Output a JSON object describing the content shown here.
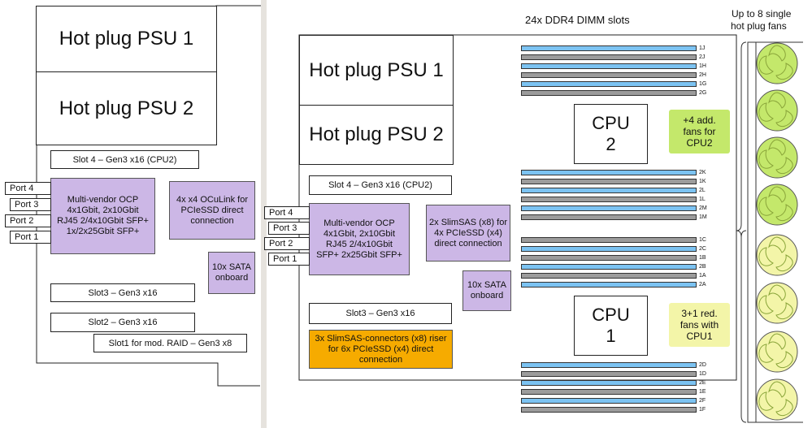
{
  "left_diagram": {
    "psu1": "Hot plug PSU 1",
    "psu2": "Hot plug PSU 2",
    "slot4": "Slot 4 – Gen3 x16 (CPU2)",
    "ocp": "Multi-vendor OCP 4x1Gbit, 2x10Gbit RJ45 2/4x10Gbit SFP+ 1x/2x25Gbit SFP+",
    "oculink": "4x x4 OCuLink for PCIeSSD direct connection",
    "sata": "10x SATA onboard",
    "ports": [
      "Port 4",
      "Port 3",
      "Port 2",
      "Port 1"
    ],
    "slot3": "Slot3 – Gen3 x16",
    "slot2": "Slot2 – Gen3 x16",
    "slot1": "Slot1 for mod. RAID – Gen3 x8"
  },
  "right_diagram": {
    "dimm_title": "24x DDR4 DIMM slots",
    "fans_title_line1": "Up to 8 single",
    "fans_title_line2": "hot plug fans",
    "psu1": "Hot plug PSU 1",
    "psu2": "Hot plug PSU 2",
    "slot4": "Slot 4 – Gen3 x16 (CPU2)",
    "ocp": "Multi-vendor OCP 4x1Gbit, 2x10Gbit RJ45 2/4x10Gbit SFP+ 2x25Gbit SFP+",
    "slimsas": "2x SlimSAS (x8) for 4x PCIeSSD (x4) direct connection",
    "sata": "10x SATA onboard",
    "ports": [
      "Port 4",
      "Port 3",
      "Port 2",
      "Port 1"
    ],
    "slot3": "Slot3 – Gen3 x16",
    "riser": "3x SlimSAS-connectors (x8) riser for 6x PCIeSSD (x4) direct connection",
    "cpu2_line1": "CPU",
    "cpu2_line2": "2",
    "cpu1_line1": "CPU",
    "cpu1_line2": "1",
    "cpu2_fans_note": "+4 add. fans for CPU2",
    "cpu1_fans_note": "3+1 red. fans with CPU1",
    "dimm_groups": [
      [
        "1J",
        "2J",
        "1H",
        "2H",
        "1G",
        "2G"
      ],
      [
        "2K",
        "1K",
        "2L",
        "1L",
        "2M",
        "1M"
      ],
      [
        "1C",
        "2C",
        "1B",
        "2B",
        "1A",
        "2A"
      ],
      [
        "2D",
        "1D",
        "2E",
        "1E",
        "2F",
        "1F"
      ]
    ]
  },
  "colors": {
    "purple": "#ccb7e6",
    "orange": "#f6ab00",
    "dimm_blue": "#7cc3f2",
    "dimm_gray": "#9c9c9c",
    "fan_green": "#c4e86b",
    "fan_yellow": "#f3f5a8"
  }
}
